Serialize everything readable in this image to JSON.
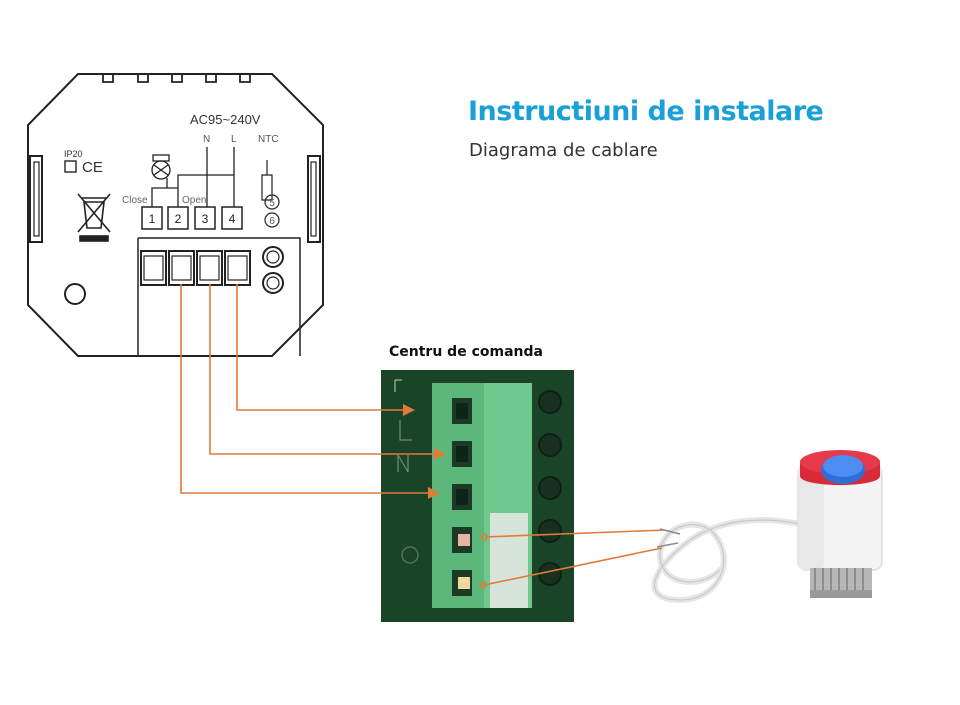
{
  "header": {
    "title": "Instructiuni de instalare",
    "subtitle": "Diagrama de cablare"
  },
  "thermostat": {
    "voltage_label": "AC95~240V",
    "n_label": "N",
    "l_label": "L",
    "ntc_label": "NTC",
    "ip_label": "IP20",
    "ce_label": "CE",
    "close_label": "Close",
    "open_label": "Open",
    "terminals": [
      "1",
      "2",
      "3",
      "4"
    ],
    "ntc_terminals": [
      "5",
      "6"
    ]
  },
  "control_board": {
    "label": "Centru de comanda"
  },
  "colors": {
    "title": "#1aa0d8",
    "wire": "#e07b39",
    "board": "#1e4a2c",
    "terminal_block": "#5cb87a",
    "line_art": "#222222"
  },
  "icons": [
    "weee-bin-icon",
    "actuator-icon",
    "valve-symbol-icon"
  ]
}
